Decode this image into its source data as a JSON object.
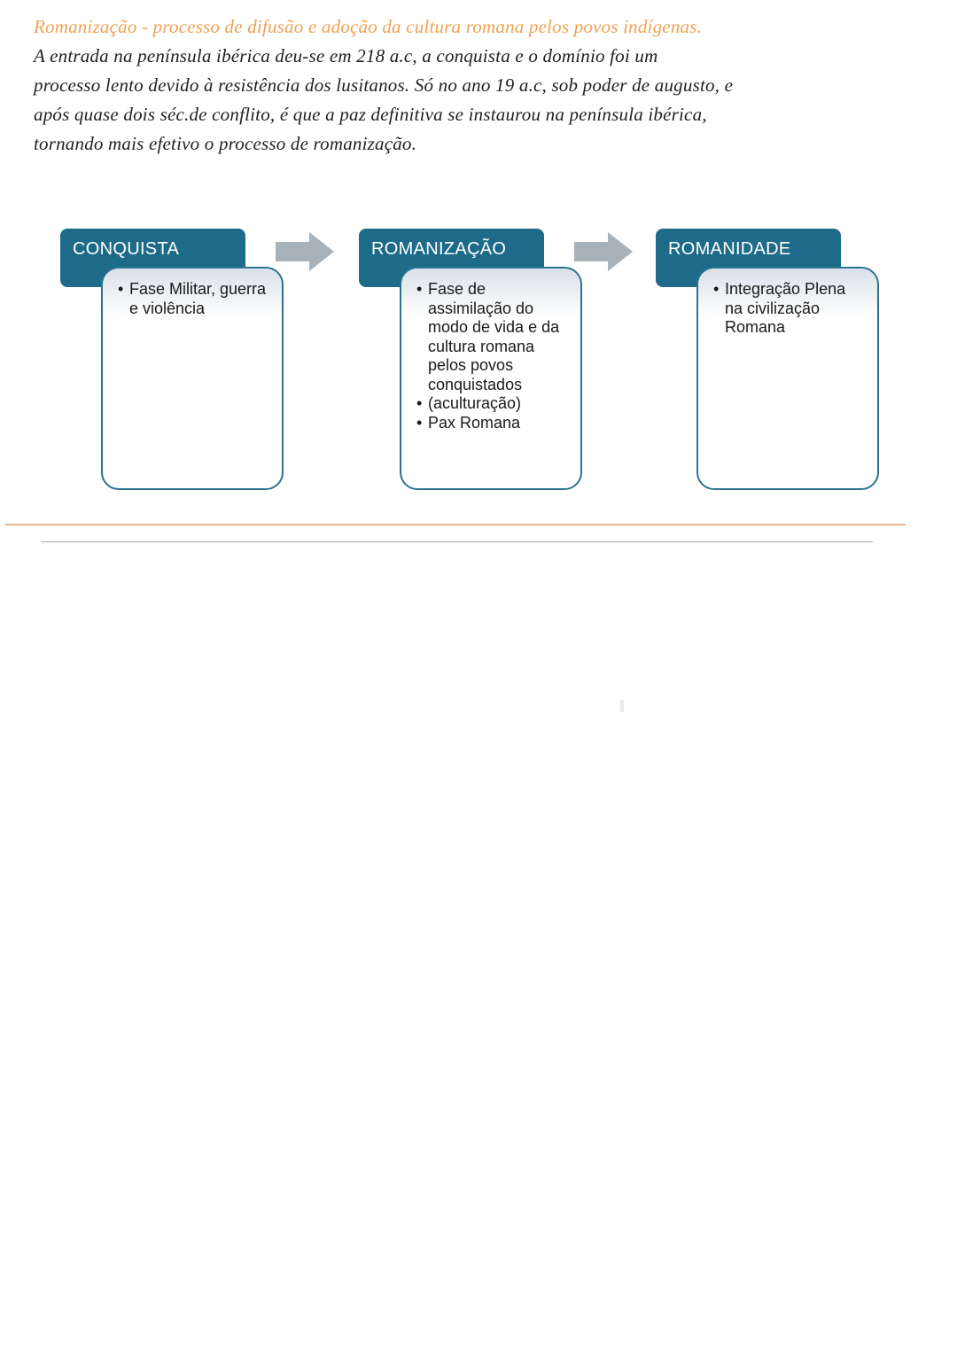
{
  "colors": {
    "heading-orange": "#f0a152",
    "text-dark": "#1f1f1f",
    "header-teal": "#1d6b88",
    "box-border": "#2b7391",
    "box-band": "#d9e1e8",
    "arrow-gray": "#a8b2ba",
    "bullet-text": "#1a1a1a",
    "sep-orange": "#e9b78d",
    "sep-gray": "#a8a8a8"
  },
  "intro": {
    "heading": "Romanização - processo de difusão e adoção da cultura romana pelos povos indígenas.",
    "body_lines": [
      "A entrada na península ibérica deu-se em 218 a.c, a conquista e o domínio foi um",
      "processo lento devido à resistência dos lusitanos. Só no ano 19 a.c, sob poder de augusto, e",
      "após quase dois séc.de conflito, é que a paz definitiva se instaurou na península ibérica,",
      "tornando mais efetivo o processo de romanização."
    ]
  },
  "diagram": {
    "steps": [
      {
        "title": "CONQUISTA",
        "bullets": [
          "Fase Militar, guerra e violência"
        ]
      },
      {
        "title": "ROMANIZAÇÃO",
        "bullets": [
          "Fase de assimilação do modo de vida e da cultura romana pelos povos conquistados",
          "(aculturação)",
          "Pax Romana"
        ]
      },
      {
        "title": "ROMANIDADE",
        "bullets": [
          "Integração Plena na civilização Romana"
        ]
      }
    ]
  }
}
